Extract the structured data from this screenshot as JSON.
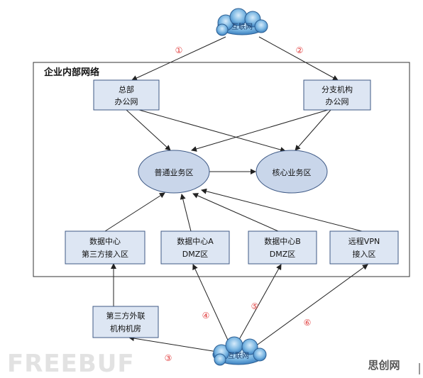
{
  "enterprise_label": "企业内部网络",
  "clouds": {
    "top": "互联网",
    "bottom": "互联网"
  },
  "nodes": {
    "hq": [
      "总部",
      "办公网"
    ],
    "branch": [
      "分支机构",
      "办公网"
    ],
    "general_zone": "普通业务区",
    "core_zone": "核心业务区",
    "dc_third_party": [
      "数据中心",
      "第三方接入区"
    ],
    "dc_dmz_a": [
      "数据中心A",
      "DMZ区"
    ],
    "dc_dmz_b": [
      "数据中心B",
      "DMZ区"
    ],
    "remote_vpn": [
      "远程VPN",
      "接入区"
    ],
    "third_party_room": [
      "第三方外联",
      "机构机房"
    ]
  },
  "path_numbers": {
    "p1": "①",
    "p2": "②",
    "p3": "③",
    "p4": "④",
    "p5": "⑤",
    "p6": "⑥"
  },
  "watermarks": {
    "left": "FREEBUF",
    "right": "思创网"
  },
  "colors": {
    "box_fill": "#dde6f3",
    "box_stroke": "#3f5a86",
    "ellipse_fill": "#c9d6ea",
    "cloud_fill": "#6aa9d8",
    "number_red": "#e03a3a"
  }
}
